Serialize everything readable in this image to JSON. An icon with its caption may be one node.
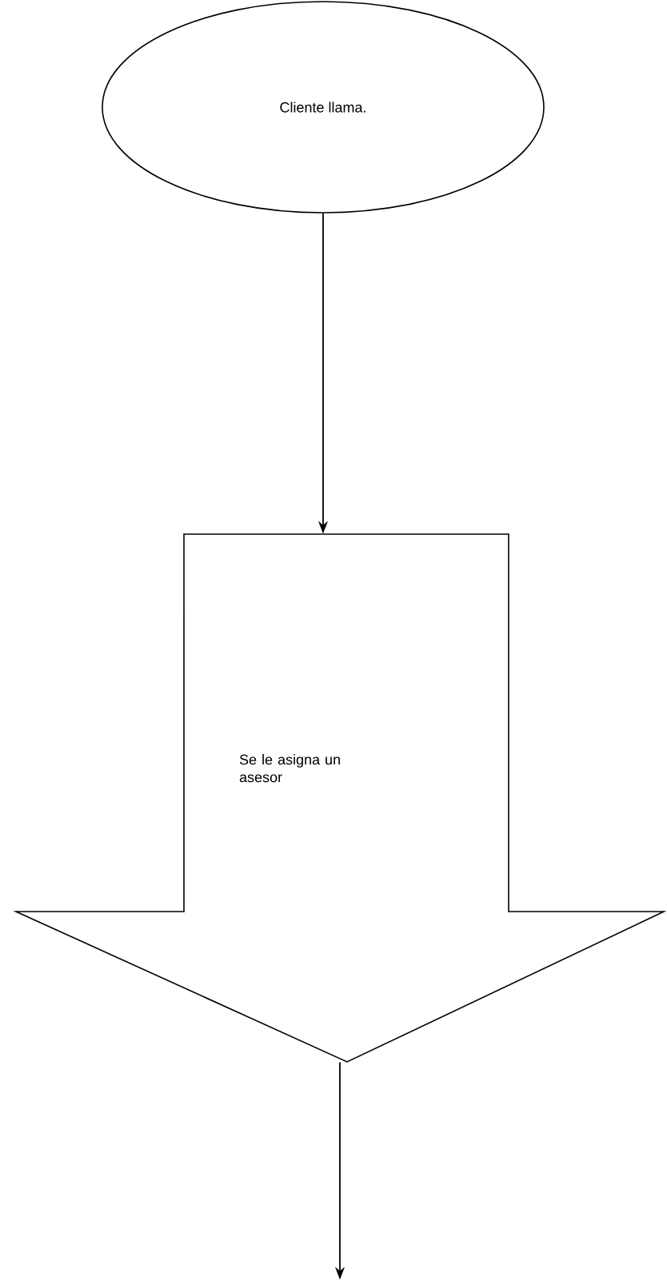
{
  "diagram": {
    "nodes": [
      {
        "text": [
          "Cliente llama."
        ]
      },
      {
        "text": [
          "Se le asigna un asesor"
        ]
      }
    ],
    "edges": [
      {
        "from": 0,
        "to": 1,
        "arrow": "to"
      },
      {
        "from": 1,
        "to": null,
        "arrow": "to"
      }
    ]
  }
}
